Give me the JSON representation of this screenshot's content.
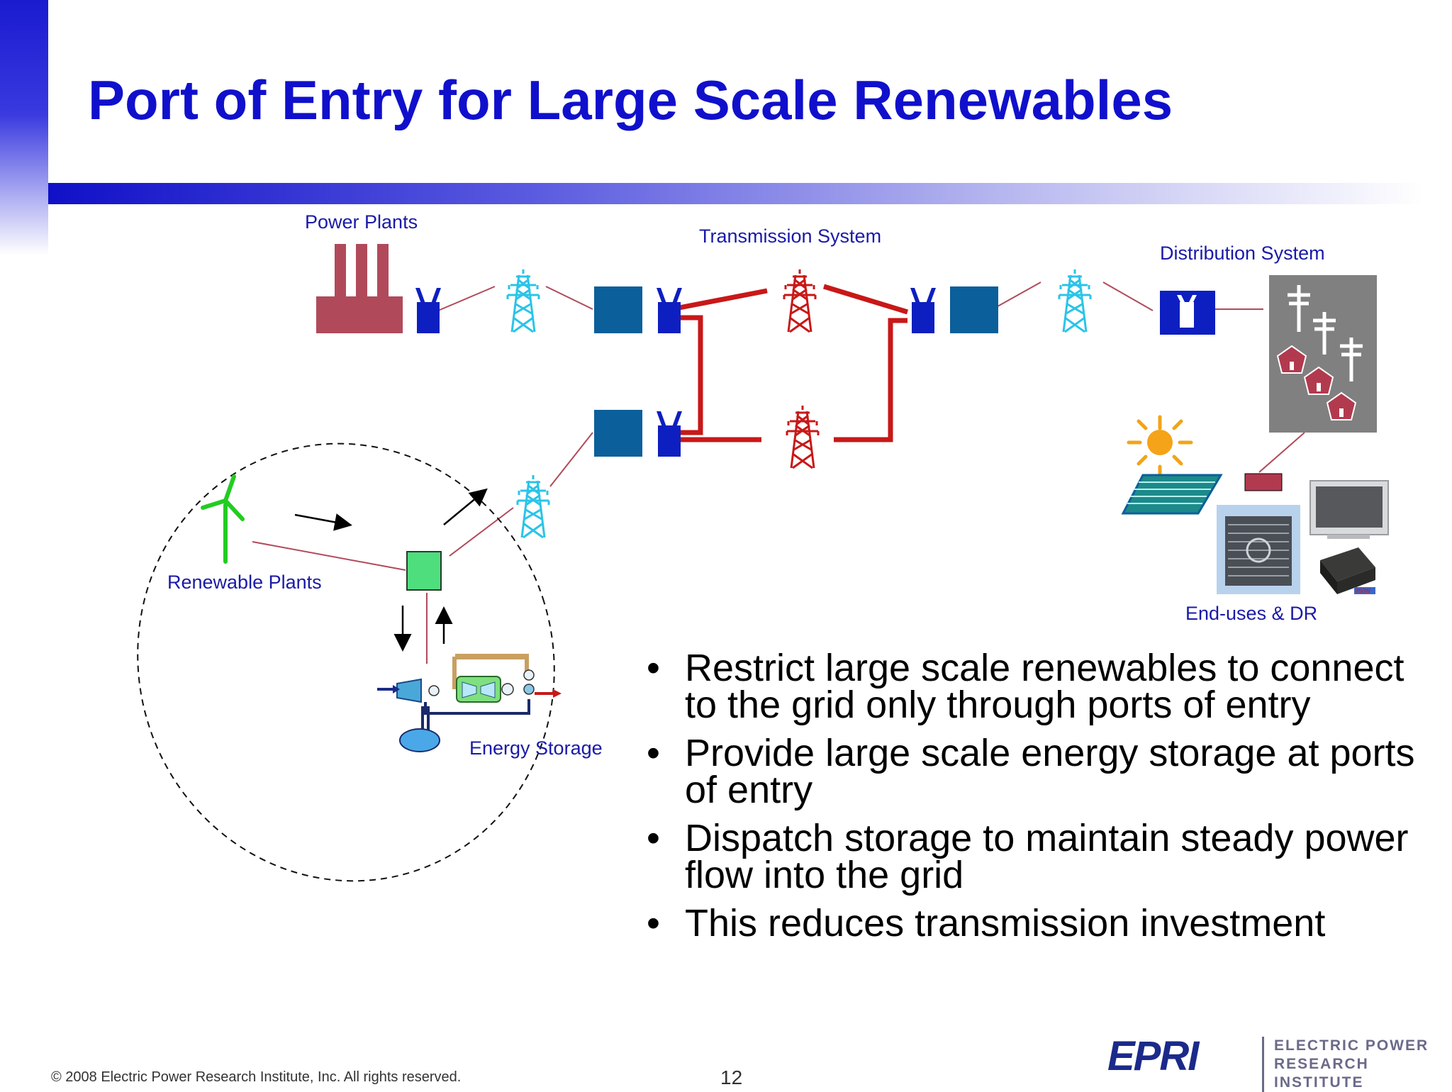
{
  "slide": {
    "title": "Port of Entry for Large Scale Renewables",
    "page_number": "12",
    "footer": "© 2008 Electric Power Research Institute, Inc. All rights reserved."
  },
  "diagram": {
    "labels": {
      "power_plants": "Power Plants",
      "transmission_system": "Transmission System",
      "distribution_system": "Distribution System",
      "renewable_plants": "Renewable Plants",
      "energy_storage": "Energy Storage",
      "end_uses": "End-uses & DR"
    },
    "appliance_text": "850W",
    "colors": {
      "title": "#1010cc",
      "plant": "#b04a5a",
      "substation": "#0d1fc0",
      "transformer": "#0b5f9a",
      "tower_cyan": "#2ac4e8",
      "transmission_red": "#c81818",
      "port_green": "#4ede7e",
      "distribution_bg": "#808080"
    }
  },
  "bullets": [
    "Restrict large scale renewables to connect to the grid only through ports of entry",
    "Provide large scale energy storage at ports of entry",
    "Dispatch storage to maintain steady power flow into the grid",
    "This reduces transmission investment"
  ],
  "logo": {
    "mark": "EPRI",
    "name_line1": "ELECTRIC POWER",
    "name_line2": "RESEARCH INSTITUTE"
  }
}
